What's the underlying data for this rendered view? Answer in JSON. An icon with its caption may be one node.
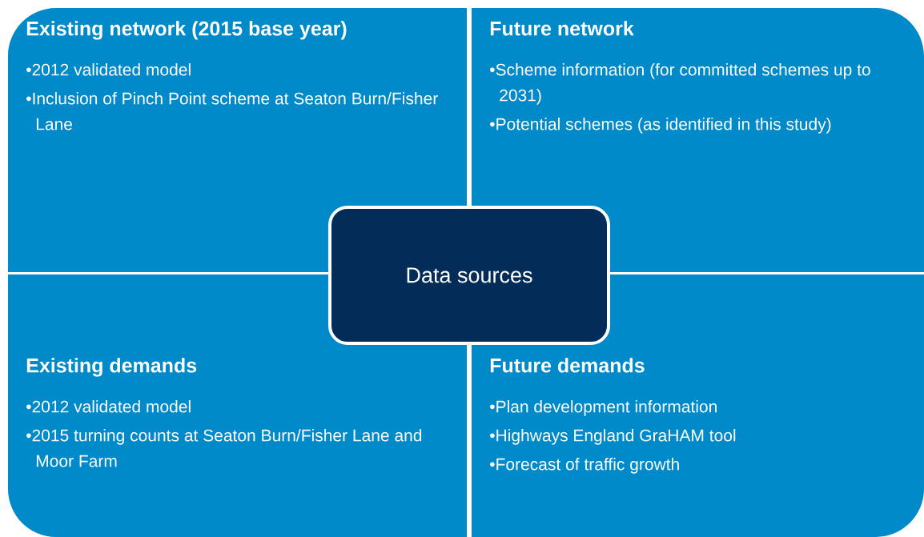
{
  "diagram": {
    "nodes": [
      {
        "text": [
          "Existing network (2015 base year)",
          "•2012 validated model",
          "•Inclusion of Pinch Point scheme at Seaton Burn/Fisher Lane"
        ]
      },
      {
        "text": [
          "Future network",
          "•Scheme information (for committed schemes up to 2031)",
          "•Potential schemes (as identified in this study)"
        ]
      },
      {
        "text": [
          "Existing demands",
          "•2012 validated model",
          "•2015 turning counts at Seaton Burn/Fisher Lane and Moor Farm"
        ]
      },
      {
        "text": [
          "Future demands",
          "•Plan development information",
          "•Highways England GraHAM tool",
          "•Forecast of traffic growth"
        ]
      },
      {
        "text": [
          "Data sources"
        ]
      }
    ]
  }
}
